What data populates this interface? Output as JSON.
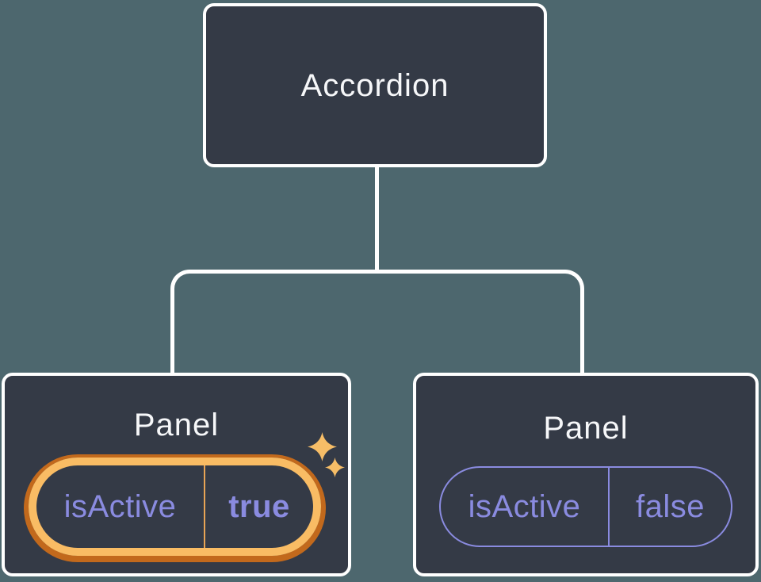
{
  "diagram": {
    "root": {
      "label": "Accordion"
    },
    "children": [
      {
        "label": "Panel",
        "state": {
          "key": "isActive",
          "value": "true"
        },
        "highlighted": true
      },
      {
        "label": "Panel",
        "state": {
          "key": "isActive",
          "value": "false"
        },
        "highlighted": false
      }
    ]
  },
  "icons": {
    "sparkle": "sparkle-icon"
  },
  "colors": {
    "canvas_background": "#4d676e",
    "node_background": "#343a46",
    "node_border": "#ffffff",
    "connector_line": "#ffffff",
    "title_text": "#f6f7f9",
    "state_text": "#8a8be0",
    "highlight_ring_gold": "#f9bc64",
    "highlight_ring_orange": "#c2691c",
    "highlight_divider": "#e9a455",
    "inactive_outline": "#8a8be0",
    "sparkle_gold": "#f6bd67"
  }
}
